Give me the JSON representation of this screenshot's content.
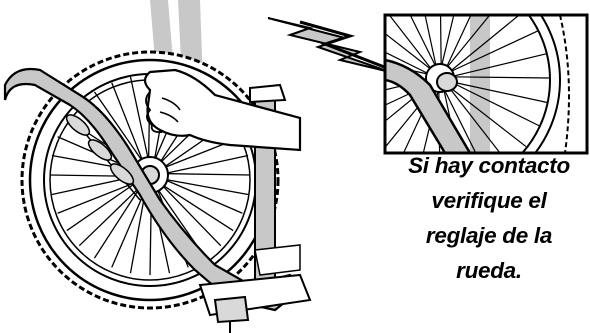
{
  "caption": {
    "lines": [
      "Si hay contacto",
      "verifique el",
      "reglaje de la",
      "rueda."
    ]
  },
  "colors": {
    "ink": "#000000",
    "gray_band": "#c8c8c8",
    "shade": "#d9d9d9",
    "background": "#ffffff"
  },
  "icons": {
    "contact_indicator": "lightning-bolt-icon"
  }
}
